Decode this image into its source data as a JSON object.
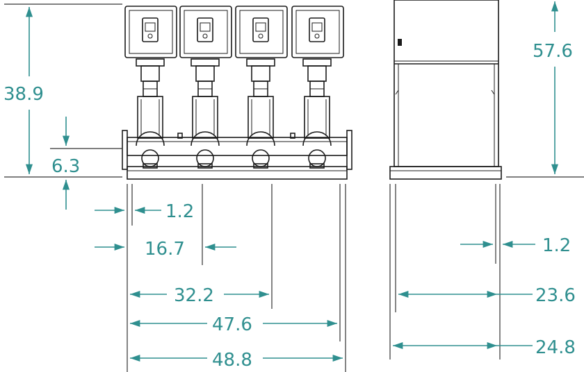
{
  "colors": {
    "dimension": "#2f8f8f",
    "linework": "#1a1a1a",
    "background": "#ffffff"
  },
  "dimensions": {
    "height_total": "38.9",
    "base_height": "6.3",
    "flange_offset": "1.2",
    "pump_spacing_1": "16.7",
    "pump_spacing_2": "32.2",
    "length_inner": "47.6",
    "length_total": "48.8",
    "cabinet_height": "57.6",
    "cabinet_offset": "1.2",
    "cabinet_width_inner": "23.6",
    "cabinet_width_total": "24.8"
  }
}
